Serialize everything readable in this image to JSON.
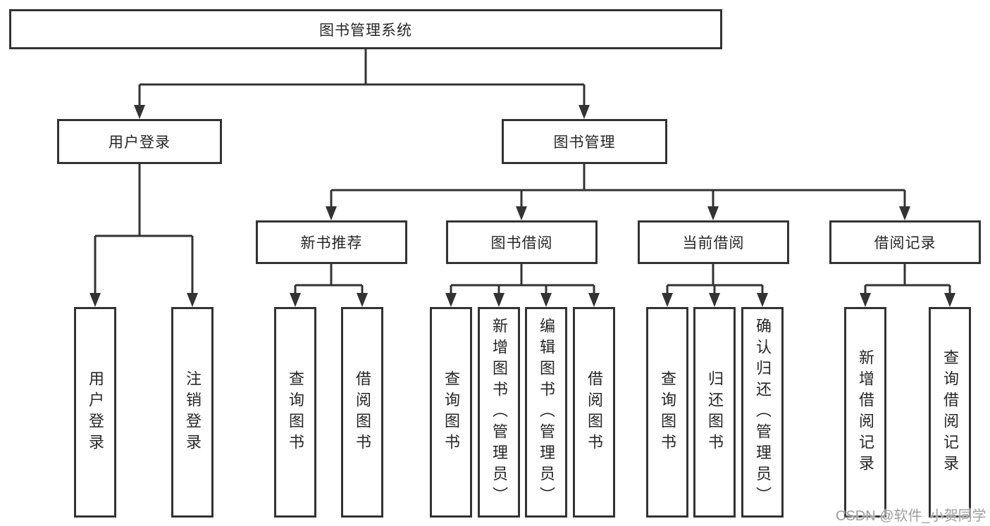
{
  "tree": {
    "root": "图书管理系统",
    "children": [
      {
        "label": "用户登录",
        "children": [
          "用户登录",
          "注销登录"
        ]
      },
      {
        "label": "图书管理",
        "children": [
          {
            "label": "新书推荐",
            "children": [
              "查询图书",
              "借阅图书"
            ]
          },
          {
            "label": "图书借阅",
            "children": [
              "查询图书",
              "新增图书（管理员）",
              "编辑图书（管理员）",
              "借阅图书"
            ]
          },
          {
            "label": "当前借阅",
            "children": [
              "查询图书",
              "归还图书",
              "确认归还（管理员）"
            ]
          },
          {
            "label": "借阅记录",
            "children": [
              "新增借阅记录",
              "查询借阅记录"
            ]
          }
        ]
      }
    ]
  },
  "watermark": {
    "text": "CSDN @软件_小贺同学"
  },
  "colors": {
    "line": "#333333",
    "node_border": "#333333",
    "node_text": "#262626",
    "watermark": "#9e9e9e",
    "background": "#ffffff"
  }
}
